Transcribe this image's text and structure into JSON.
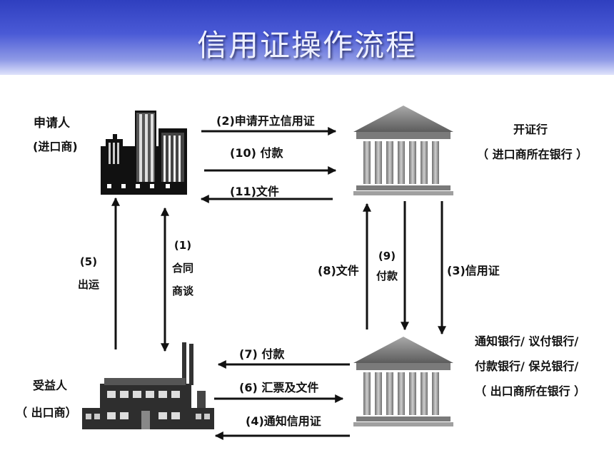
{
  "title": "信用证操作流程",
  "parties": {
    "applicant": {
      "name": "申请人",
      "role": "(进口商)"
    },
    "issuing_bank": {
      "name": "开证行",
      "role": "（ 进口商所在银行 ）"
    },
    "beneficiary": {
      "name": "受益人",
      "role": "（ 出口商）"
    },
    "advising_bank": {
      "lines": [
        "通知银行/ 议付银行/",
        "付款银行/ 保兑银行/",
        "（ 出口商所在银行 ）"
      ]
    }
  },
  "steps": {
    "s1": {
      "num": "(1)",
      "l1": "合同",
      "l2": "商谈"
    },
    "s2": "(2)申请开立信用证",
    "s3": "(3)信用证",
    "s4": "(4)通知信用证",
    "s5": {
      "num": "(5)",
      "l1": "出运"
    },
    "s6": "(6)  汇票及文件",
    "s7": "(7)  付款",
    "s8": "(8)文件",
    "s9": {
      "num": "(9)",
      "l1": "付款"
    },
    "s10": "(10) 付款",
    "s11": "(11)文件"
  },
  "icons": {
    "applicant": "city-buildings-icon",
    "issuing_bank": "bank-building-icon",
    "beneficiary": "factory-icon",
    "advising_bank": "bank-building-icon"
  },
  "colors": {
    "banner": "#3b4bc8",
    "arrow": "#111111",
    "bank": "#8a8a8a"
  }
}
